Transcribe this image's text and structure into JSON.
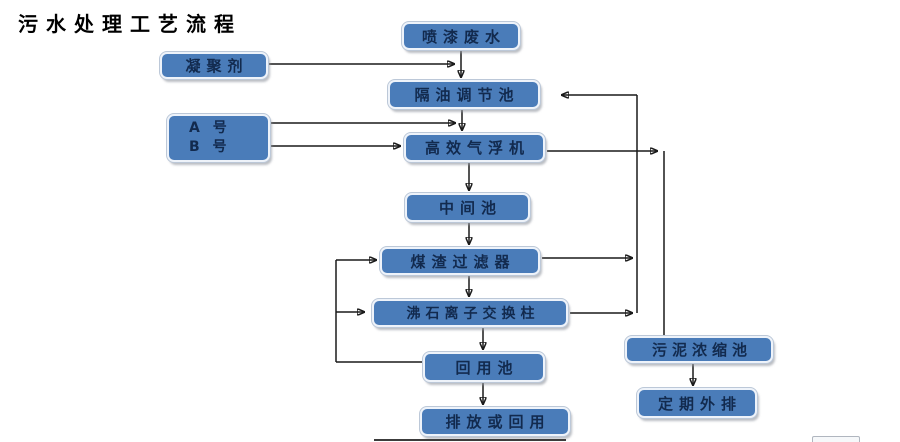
{
  "title": "污水处理工艺流程",
  "colors": {
    "node_fill": "#4a7cb9",
    "node_border": "#eef3fa",
    "node_text": "#122a4e",
    "connector": "#1a1a1a",
    "background": "#ffffff"
  },
  "diagram": {
    "nodes": {
      "coagulant": {
        "label": "凝聚剂"
      },
      "spray_wastewater": {
        "label": "喷漆废水"
      },
      "oil_separation": {
        "label": "隔油调节池"
      },
      "agent_a": {
        "label": "A 号"
      },
      "agent_b": {
        "label": "B 号"
      },
      "air_flotation": {
        "label": "高效气浮机"
      },
      "intermediate_tank": {
        "label": "中间池"
      },
      "cinder_filter": {
        "label": "煤渣过滤器"
      },
      "zeolite_column": {
        "label": "沸石离子交换柱"
      },
      "reuse_tank": {
        "label": "回用池"
      },
      "discharge_or_reuse": {
        "label": "排放或回用"
      },
      "sludge_thickener": {
        "label": "污泥浓缩池"
      },
      "periodic_discharge": {
        "label": "定期外排"
      }
    },
    "edges": [
      {
        "from": "spray_wastewater",
        "to": "oil_separation"
      },
      {
        "from": "coagulant",
        "to": "oil_separation"
      },
      {
        "from": "oil_separation",
        "to": "air_flotation"
      },
      {
        "from": "agent_a",
        "to": "air_flotation"
      },
      {
        "from": "agent_b",
        "to": "air_flotation"
      },
      {
        "from": "air_flotation",
        "to": "intermediate_tank"
      },
      {
        "from": "air_flotation",
        "to": "sludge_thickener"
      },
      {
        "from": "intermediate_tank",
        "to": "cinder_filter"
      },
      {
        "from": "cinder_filter",
        "to": "zeolite_column"
      },
      {
        "from": "cinder_filter",
        "to": "oil_separation"
      },
      {
        "from": "zeolite_column",
        "to": "oil_separation"
      },
      {
        "from": "zeolite_column",
        "to": "reuse_tank"
      },
      {
        "from": "reuse_tank",
        "to": "discharge_or_reuse"
      },
      {
        "from": "reuse_tank",
        "to": "cinder_filter"
      },
      {
        "from": "reuse_tank",
        "to": "zeolite_column"
      },
      {
        "from": "sludge_thickener",
        "to": "periodic_discharge"
      }
    ]
  }
}
